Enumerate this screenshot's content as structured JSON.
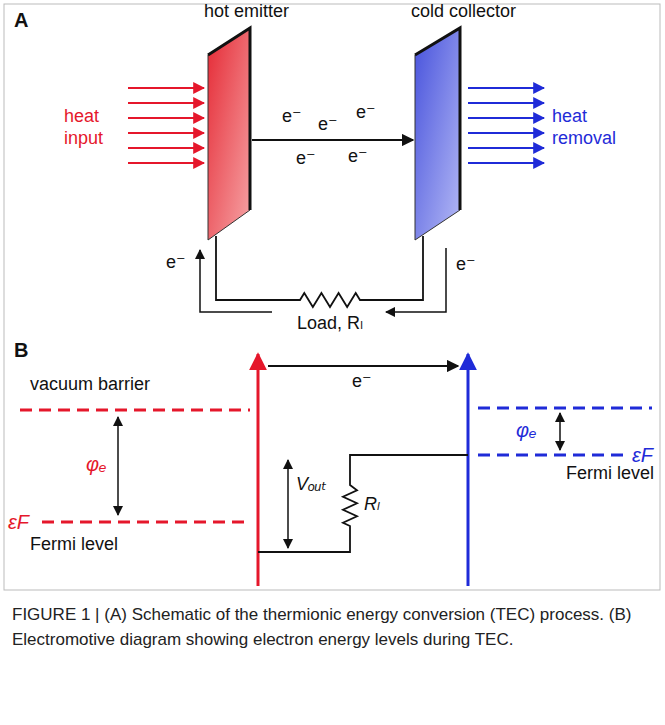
{
  "diagram": {
    "caption": "FIGURE 1 | (A) Schematic of the thermionic energy conversion (TEC) process. (B) Electromotive diagram showing electron energy levels during TEC.",
    "nodes": [
      {
        "text": [
          "hot emitter"
        ]
      },
      {
        "text": [
          "cold collector"
        ]
      }
    ],
    "edges": [
      {
        "from": 0,
        "to": 1,
        "arrow": "to"
      },
      {
        "from": 1,
        "to": 0,
        "arrow": "none",
        "label": "Load, Rₗ"
      }
    ],
    "labels": [
      "A",
      "heat input",
      "heat removal",
      "e⁻",
      "e⁻",
      "e⁻",
      "e⁻",
      "e⁻",
      "e⁻",
      "e⁻",
      "B",
      "vacuum barrier",
      "e⁻",
      "φₑ",
      "εF",
      "Fermi level",
      "Vₒᵤₜ",
      "Rₗ",
      "φₑ",
      "εF",
      "Fermi level"
    ]
  }
}
